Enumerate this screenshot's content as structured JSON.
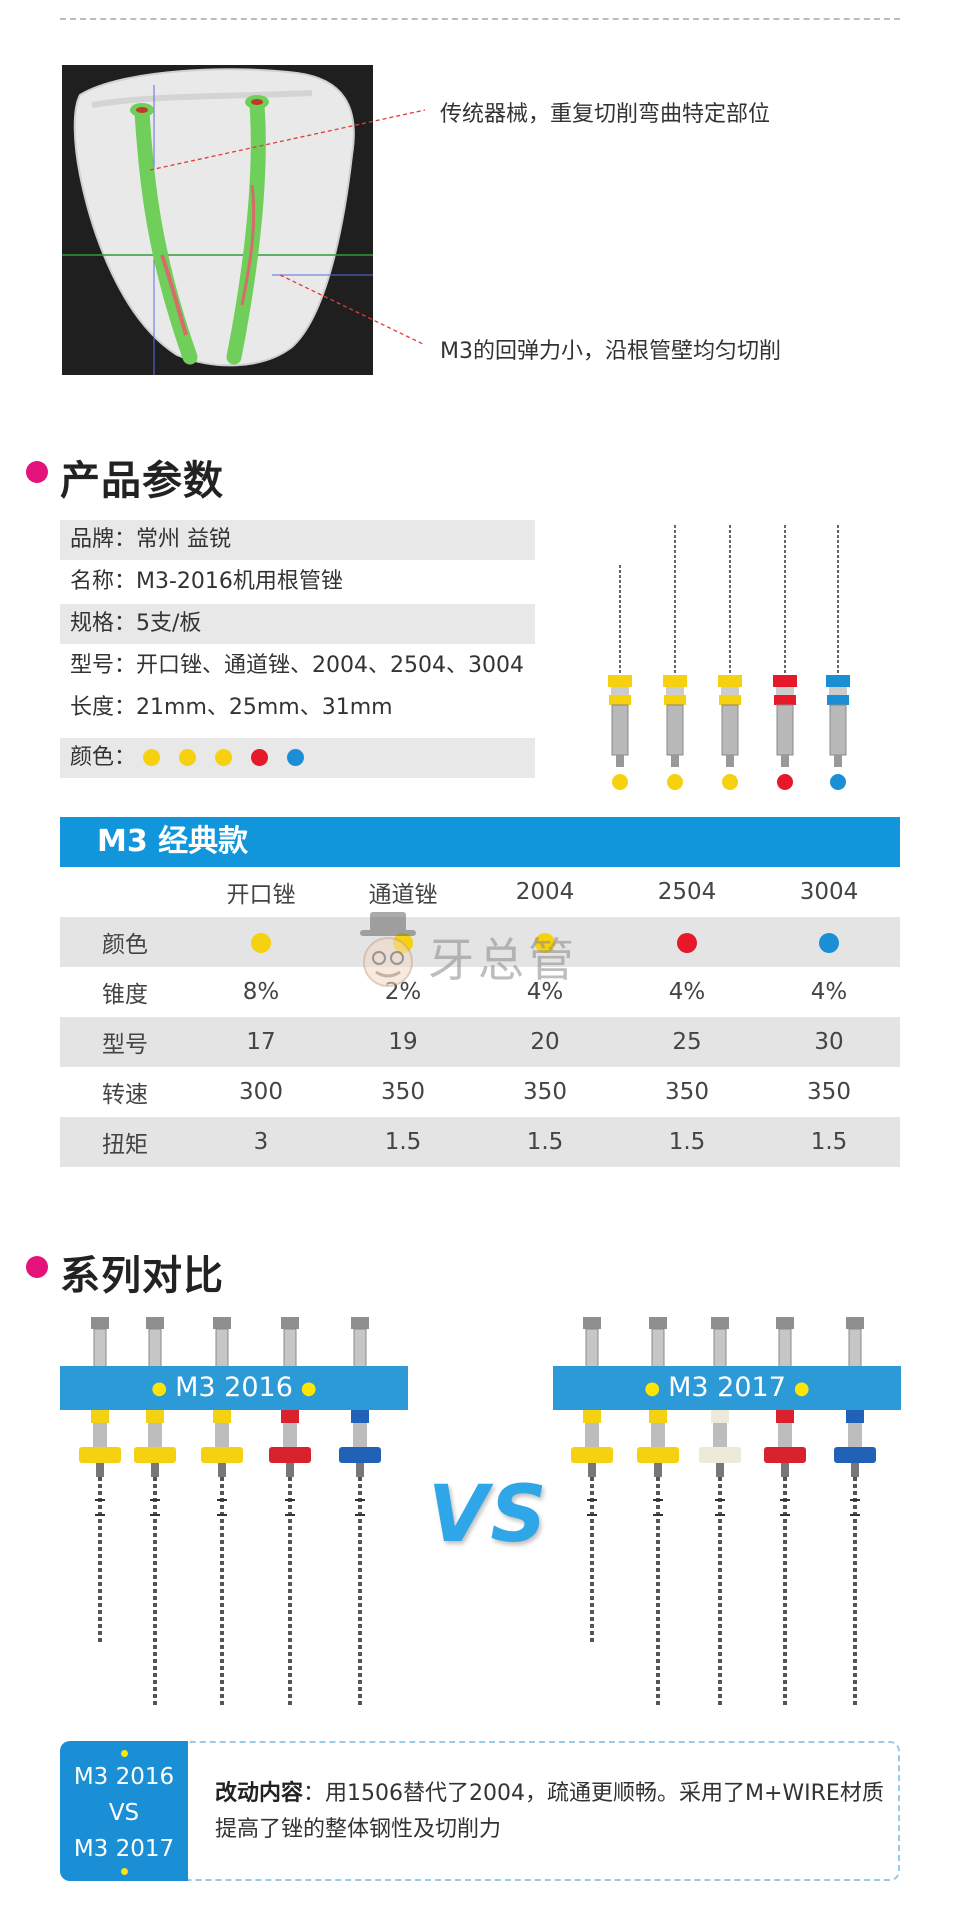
{
  "callouts": {
    "traditional": "传统器械，重复切削弯曲特定部位",
    "m3": "M3的回弹力小，沿根管壁均匀切削"
  },
  "section_params": {
    "title": "产品参数",
    "rows": [
      {
        "label": "品牌：",
        "value": "常州 益锐"
      },
      {
        "label": "名称：",
        "value": "M3-2016机用根管锉"
      },
      {
        "label": "规格：",
        "value": "5支/板"
      },
      {
        "label": "型号：",
        "value": "开口锉、通道锉、2004、2504、3004"
      },
      {
        "label": "长度：",
        "value": "21mm、25mm、31mm"
      },
      {
        "label": "颜色：",
        "value": ""
      }
    ],
    "color_dots": [
      "#f5d10f",
      "#f5d10f",
      "#f5d10f",
      "#e5192a",
      "#1a8fd6"
    ]
  },
  "classic_table": {
    "banner": "M3 经典款",
    "headers": [
      "",
      "开口锉",
      "通道锉",
      "2004",
      "2504",
      "3004"
    ],
    "color_row_label": "颜色",
    "color_dots": [
      "#f5d10f",
      "#f5d10f",
      "#f5d10f",
      "#e5192a",
      "#1a8fd6"
    ],
    "rows": [
      {
        "label": "锥度",
        "values": [
          "8%",
          "2%",
          "4%",
          "4%",
          "4%"
        ]
      },
      {
        "label": "型号",
        "values": [
          "17",
          "19",
          "20",
          "25",
          "30"
        ]
      },
      {
        "label": "转速",
        "values": [
          "300",
          "350",
          "350",
          "350",
          "350"
        ]
      },
      {
        "label": "扭矩",
        "values": [
          "3",
          "1.5",
          "1.5",
          "1.5",
          "1.5"
        ]
      }
    ]
  },
  "watermark": {
    "text": "牙总管"
  },
  "section_compare": {
    "title": "系列对比",
    "left_label": "M3  2016",
    "right_label": "M3  2017",
    "vs_text": "VS",
    "left_ring_colors": [
      "#f5d10f",
      "#f5d10f",
      "#f5d10f",
      "#d9222e",
      "#1f62b8"
    ],
    "right_ring_colors": [
      "#f5d10f",
      "#f5d10f",
      "#eeeada",
      "#d9222e",
      "#1f62b8"
    ]
  },
  "change_box": {
    "badge_line1": "M3 2016",
    "badge_line2": "VS",
    "badge_line3": "M3 2017",
    "heading": "改动内容",
    "text": "：用1506替代了2004，疏通更顺畅。采用了M+WIRE材质提高了锉的整体钢性及切削力"
  }
}
